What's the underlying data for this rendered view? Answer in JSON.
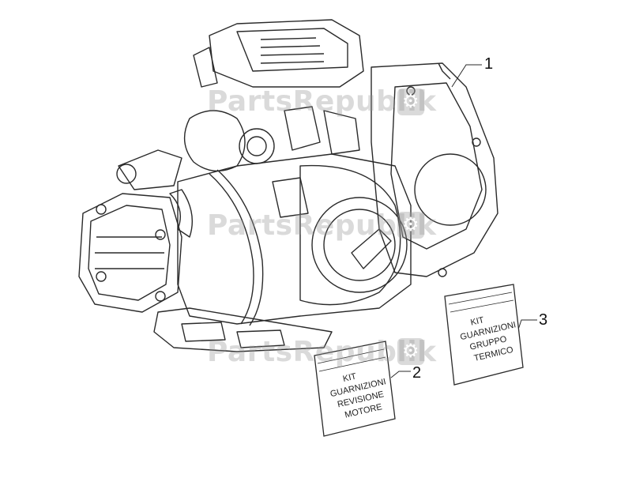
{
  "watermark": {
    "text": "PartsRepublik"
  },
  "callouts": {
    "engine": "1",
    "gasket_kit_engine": "2",
    "gasket_kit_cylinder": "3"
  },
  "bag_2": {
    "line1": "KIT",
    "line2": "GUARNIZIONI",
    "line3": "REVISIONE",
    "line4": "MOTORE"
  },
  "bag_3": {
    "line1": "KIT",
    "line2": "GUARNIZIONI",
    "line3": "GRUPPO",
    "line4": "TERMICO"
  },
  "colors": {
    "line": "#2a2a2a",
    "watermark": "#969696"
  }
}
